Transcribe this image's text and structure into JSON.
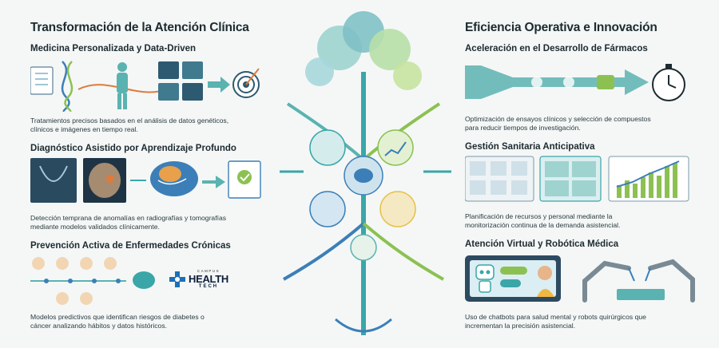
{
  "left": {
    "title": "Transformación de la Atención Clínica",
    "sections": [
      {
        "title": "Medicina Personalizada y Data-Driven",
        "description_1": "Tratamientos precisos basados en el análisis de datos genéticos,",
        "description_2": "clínicos e imágenes en tiempo real."
      },
      {
        "title": "Diagnóstico Asistido por Aprendizaje Profundo",
        "description_1": "Detección temprana de anomalías en radiografías y tomografías",
        "description_2": "mediante modelos validados clínicamente."
      },
      {
        "title": "Prevención Activa de Enfermedades Crónicas",
        "description_1": "Modelos predictivos que identifican riesgos de diabetes o",
        "description_2": "cáncer analizando hábitos y datos históricos."
      }
    ]
  },
  "right": {
    "title": "Eficiencia Operativa e Innovación",
    "sections": [
      {
        "title": "Aceleración en el Desarrollo de Fármacos",
        "description_1": "Optimización de ensayos clínicos y selección de compuestos",
        "description_2": "para reducir tiempos de investigación."
      },
      {
        "title": "Gestión Sanitaria Anticipativa",
        "description_1": "Planificación de recursos y personal mediante la",
        "description_2": "monitorización continua de la demanda asistencial."
      },
      {
        "title": "Atención Virtual y Robótica Médica",
        "description_1": "Uso de chatbots para salud mental y robots quirúrgicos que",
        "description_2": "incrementan la precisión asistencial."
      }
    ]
  },
  "logo": {
    "top": "CAMPUS",
    "main": "HEALTH",
    "bottom": "TECH"
  },
  "colors": {
    "teal": "#3aa6a8",
    "blue": "#3c7fb8",
    "green": "#8cc152",
    "navy": "#0e1e3a"
  }
}
